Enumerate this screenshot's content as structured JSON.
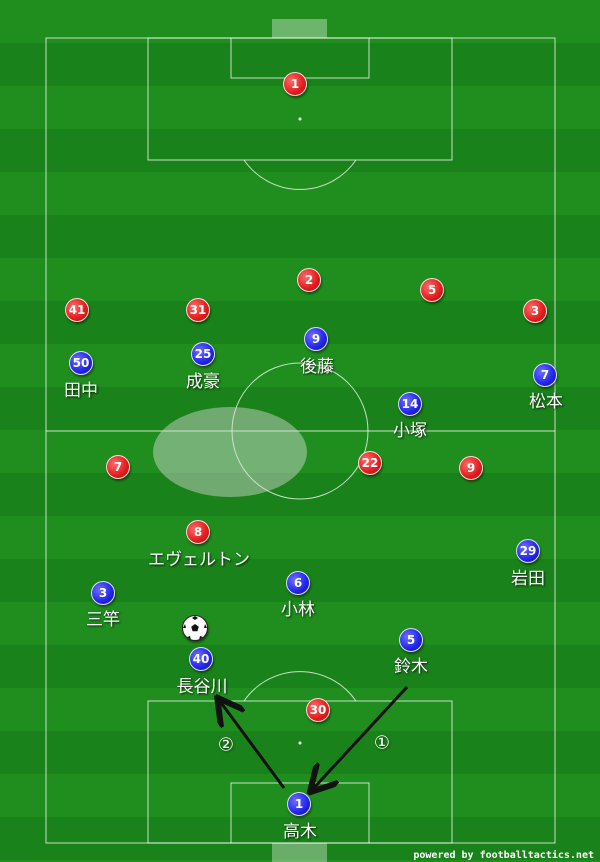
{
  "footer": {
    "credit": "powered by footballtactics.net"
  },
  "colors": {
    "team_red": "#e11b1b",
    "team_blue": "#1f24e8",
    "pitch": "#1f8e1f"
  },
  "steps": {
    "one": "①",
    "two": "②"
  },
  "players": {
    "r1": "1",
    "r2": "2",
    "r5": "5",
    "r41": "41",
    "r31": "31",
    "r3": "3",
    "r7": "7",
    "r22": "22",
    "r9": "9",
    "r8": "8",
    "r30": "30",
    "b9": {
      "num": "9",
      "name": "後藤"
    },
    "b50": {
      "num": "50",
      "name": "田中"
    },
    "b25": {
      "num": "25",
      "name": "成豪"
    },
    "b7": {
      "num": "7",
      "name": "松本"
    },
    "b14": {
      "num": "14",
      "name": "小塚"
    },
    "b29": {
      "num": "29",
      "name": "岩田"
    },
    "b3": {
      "num": "3",
      "name": "三竿"
    },
    "b6": {
      "num": "6",
      "name": "小林"
    },
    "b5": {
      "num": "5",
      "name": "鈴木"
    },
    "b40": {
      "num": "40",
      "name": "長谷川"
    },
    "b1": {
      "num": "1",
      "name": "高木"
    },
    "r8name": "エヴェルトン"
  }
}
